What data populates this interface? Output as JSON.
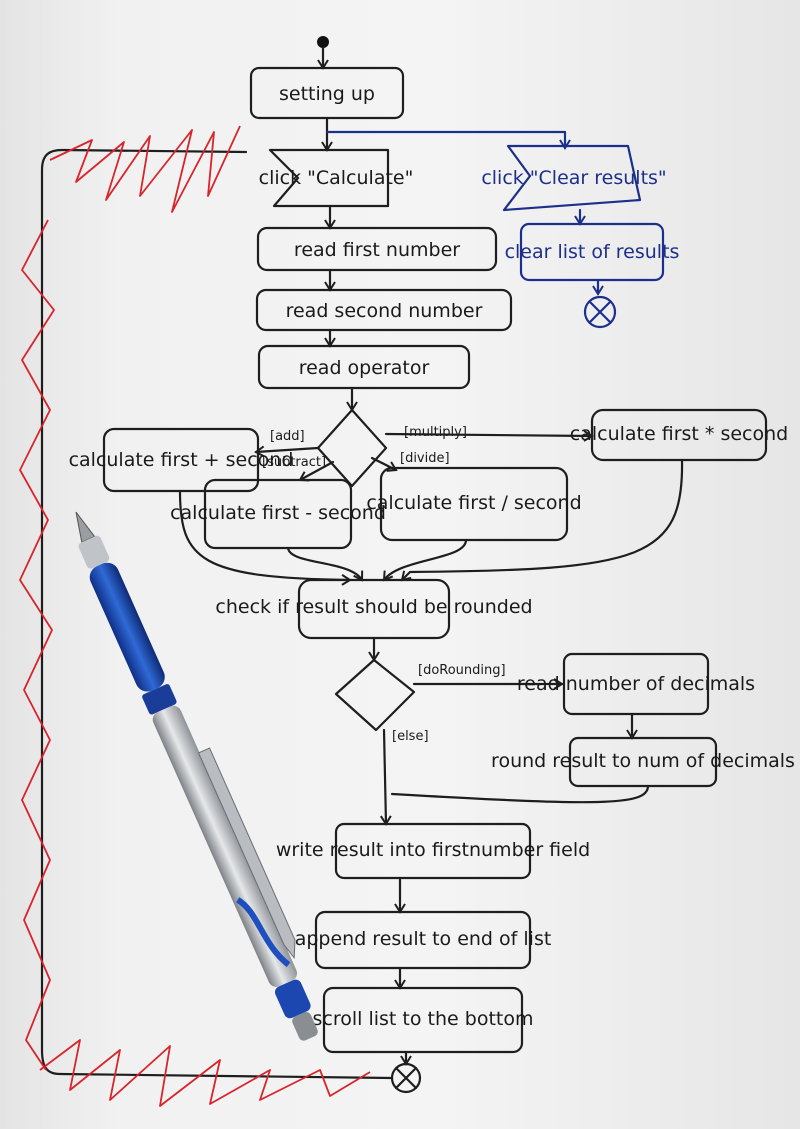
{
  "diagram": {
    "start": "start-node",
    "main_flow": [
      {
        "id": "setting-up",
        "text": "setting up"
      },
      {
        "id": "click-calculate",
        "text": "click \"Calculate\""
      },
      {
        "id": "read-first-number",
        "text": "read first number"
      },
      {
        "id": "read-second-number",
        "text": "read second number"
      },
      {
        "id": "read-operator",
        "text": "read operator"
      }
    ],
    "clear_flow": [
      {
        "id": "click-clear-results",
        "text": "click \"Clear results\""
      },
      {
        "id": "clear-list",
        "text": "clear list of results"
      }
    ],
    "operator_guards": {
      "add": "[add]",
      "subtract": "[subtract]",
      "multiply": "[multiply]",
      "divide": "[divide]"
    },
    "calculations": {
      "add": "calculate first + second",
      "subtract": "calculate first - second",
      "multiply": "calculate first * second",
      "divide": "calculate first / second"
    },
    "check_rounding": "check if result should be rounded",
    "rounding_guards": {
      "yes": "[doRounding]",
      "no": "[else]"
    },
    "read_decimals": "read number of decimals",
    "round_result": "round result to num of decimals",
    "write_result": "write result into firstnumber field",
    "append_result": "append result to end of list",
    "scroll_list": "scroll list to the bottom",
    "colors": {
      "ink": "#1e1e1e",
      "blue_ink": "#1c2f8a",
      "red_ink": "#d8242b",
      "paper": "#f2f2f2"
    }
  }
}
